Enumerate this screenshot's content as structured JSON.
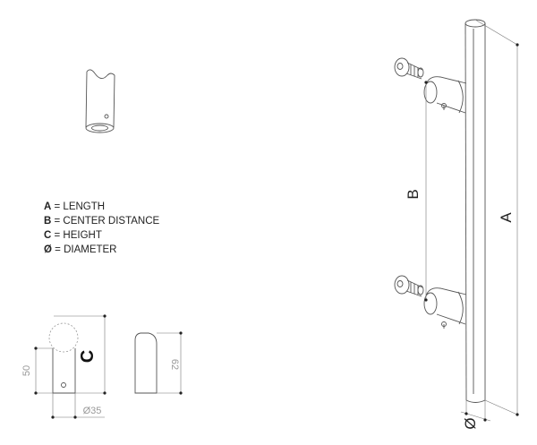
{
  "legend": [
    {
      "key": "A",
      "text": "= LENGTH"
    },
    {
      "key": "B",
      "text": "= CENTER DISTANCE"
    },
    {
      "key": "C",
      "text": "= HEIGHT"
    },
    {
      "key": "Ø",
      "text": "= DIAMETER"
    }
  ],
  "labels": {
    "a": "A",
    "b": "B",
    "c": "C",
    "dia": "Ø",
    "dim_50": "50",
    "dim_35": "Ø35",
    "dim_62": "62"
  }
}
